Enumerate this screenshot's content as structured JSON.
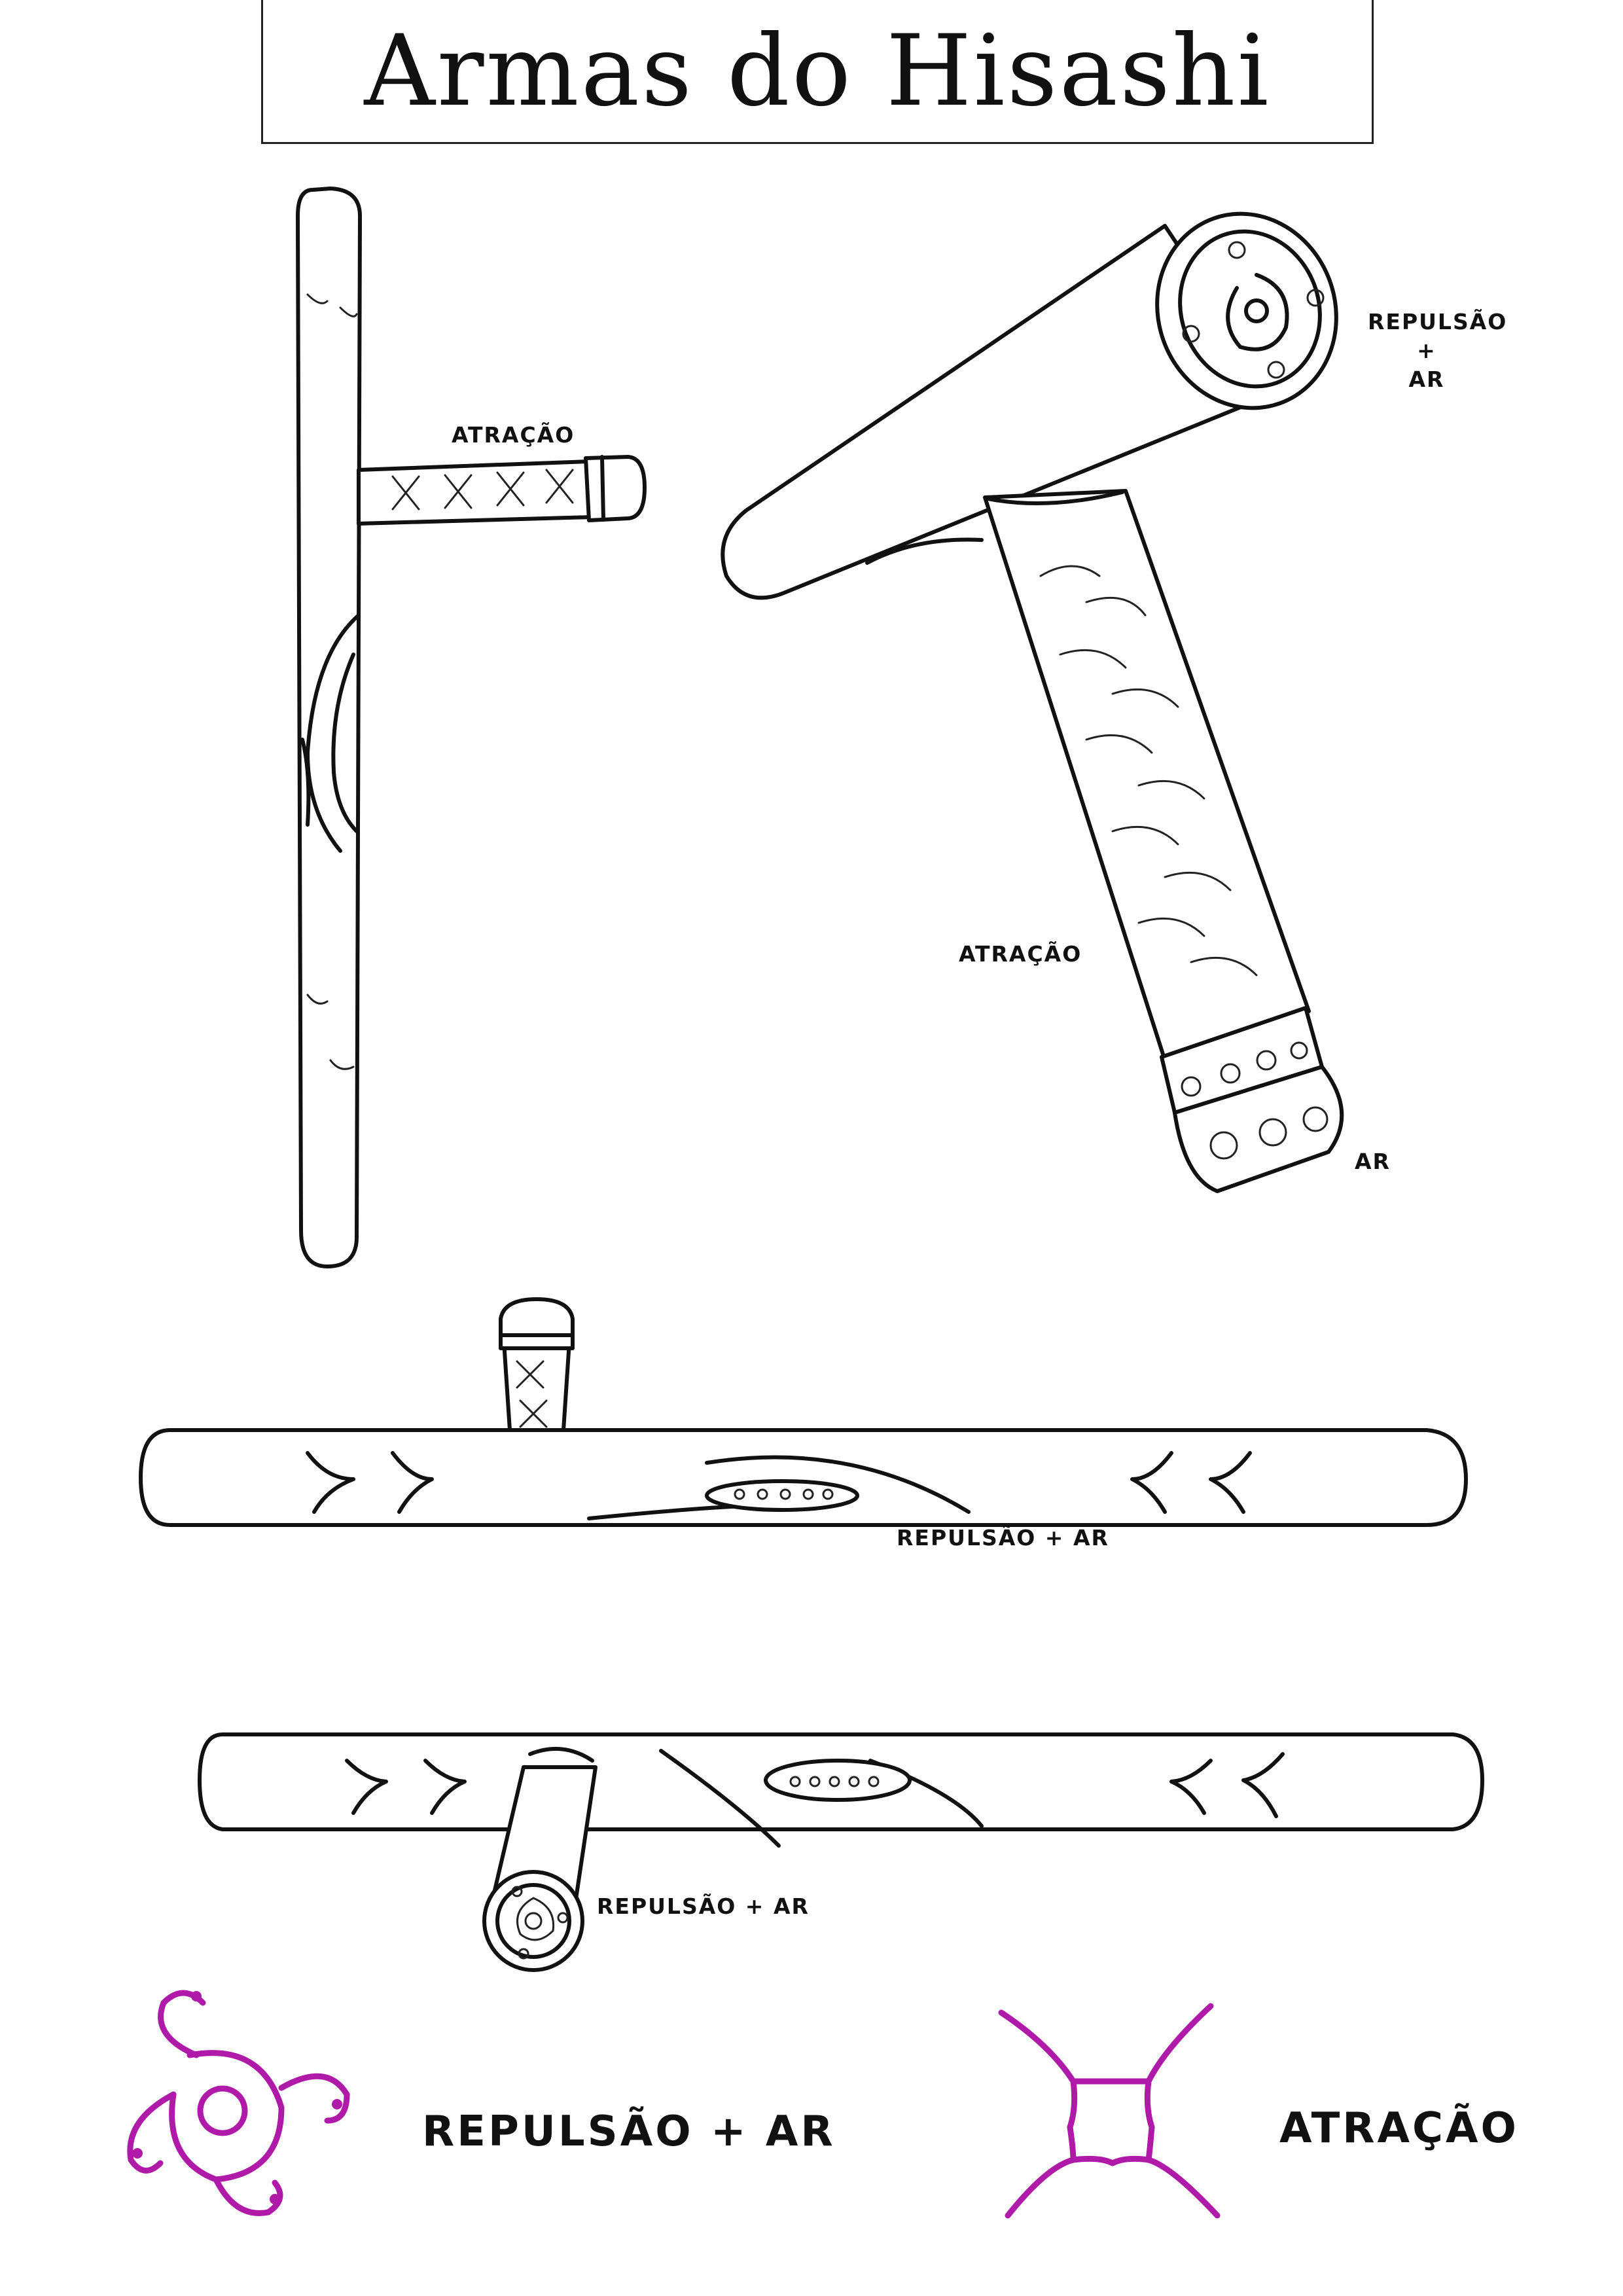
{
  "title": "Armas do Hisashi",
  "labels": {
    "fig1_atracao": "ATRAÇÃO",
    "fig2_repulsao_ar": [
      "REPULSÃO",
      "+",
      "AR"
    ],
    "fig2_atracao": "ATRAÇÃO",
    "fig2_ar": "AR",
    "fig3_repulsao_ar": "REPULSÃO + AR",
    "fig4_repulsao_ar": "REPULSÃO + AR"
  },
  "legend": {
    "repulsao_ar": "REPULSÃO + AR",
    "atracao": "ATRAÇÃO",
    "symbol_color": "#b01aa8"
  },
  "icons": {
    "repulsao_ar_symbol": "triple-spiral-icon",
    "atracao_symbol": "four-arcs-icon"
  }
}
